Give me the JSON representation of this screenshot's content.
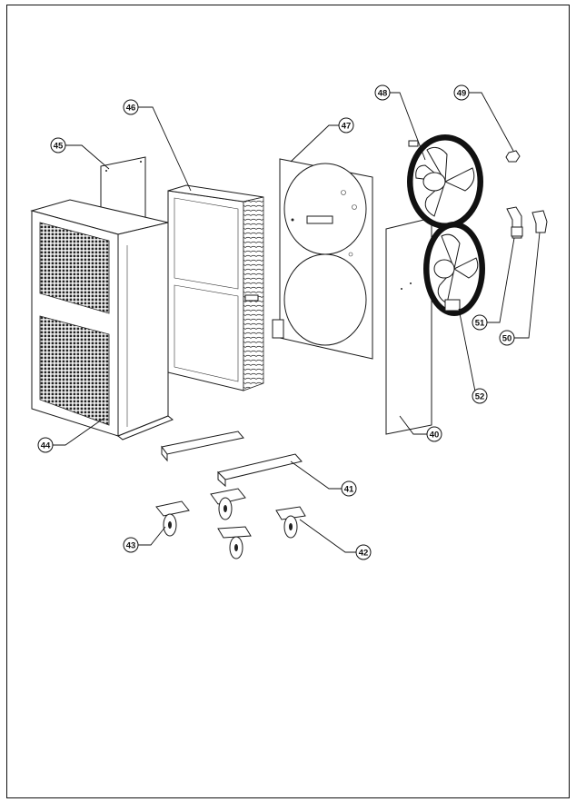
{
  "diagram": {
    "parts": [
      {
        "id": "44",
        "label": "44"
      },
      {
        "id": "45",
        "label": "45"
      },
      {
        "id": "46",
        "label": "46"
      },
      {
        "id": "47",
        "label": "47"
      },
      {
        "id": "48",
        "label": "48"
      },
      {
        "id": "49",
        "label": "49"
      },
      {
        "id": "50",
        "label": "50"
      },
      {
        "id": "51",
        "label": "51"
      },
      {
        "id": "52",
        "label": "52"
      },
      {
        "id": "40",
        "label": "40"
      },
      {
        "id": "41",
        "label": "41"
      },
      {
        "id": "42",
        "label": "42"
      },
      {
        "id": "43",
        "label": "43"
      }
    ]
  }
}
